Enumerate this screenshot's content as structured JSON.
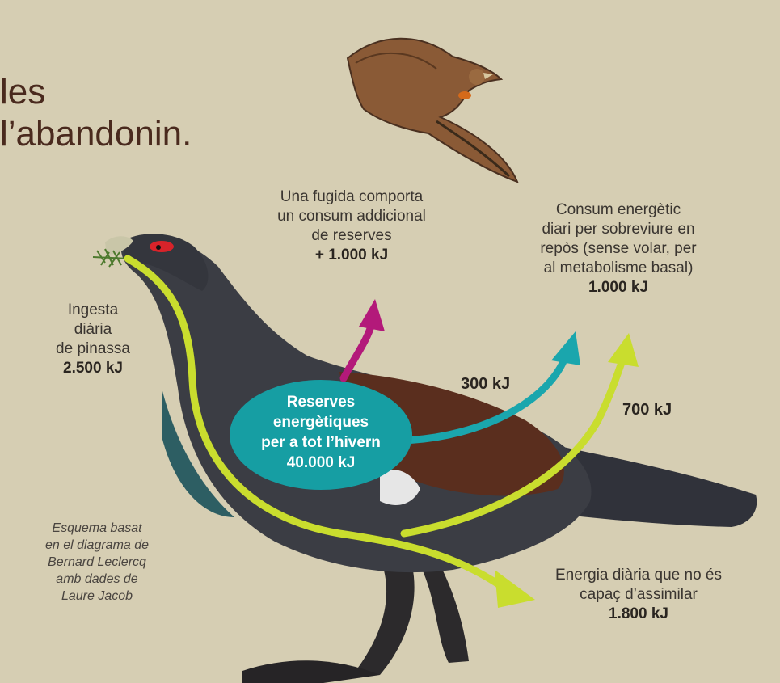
{
  "headline": {
    "line1": "les",
    "line2": "l’abandonin."
  },
  "labels": {
    "intake": {
      "lines": [
        "Ingesta",
        "diària",
        "de pinassa"
      ],
      "value": "2.500 kJ"
    },
    "flight": {
      "lines": [
        "Una fugida comporta",
        "un consum addicional",
        "de reserves"
      ],
      "value": "+ 1.000 kJ"
    },
    "basal": {
      "lines": [
        "Consum energètic",
        "diari per sobreviure en",
        "repòs (sense volar, per",
        "al metabolisme basal)"
      ],
      "value": "1.000 kJ"
    },
    "unassimilated": {
      "lines": [
        "Energia diària que no és",
        "capaç d’assimilar"
      ],
      "value": "1.800 kJ"
    }
  },
  "reserves": {
    "lines": [
      "Reserves",
      "energètiques",
      "per a tot l’hivern"
    ],
    "value": "40.000 kJ"
  },
  "flows": {
    "from_reserves": "300  kJ",
    "from_intake": "700  kJ"
  },
  "credit": {
    "lines": [
      "Esquema basat",
      "en el diagrama de",
      "Bernard Leclercq",
      "amb dades de",
      "Laure Jacob"
    ]
  },
  "colors": {
    "background": "#d6ceb3",
    "intake_arrow": "#c9dd2e",
    "reserves_arrow": "#1aa6ad",
    "flight_arrow": "#b3197a",
    "reserves_ellipse": "#169ea3",
    "bird_body": "#3b3d44",
    "bird_wing": "#5a2e1e",
    "headline": "#4a2a1e"
  },
  "icons": {
    "bird": "capercaillie-illustration",
    "flying_bird": "flying-grouse-illustration"
  }
}
